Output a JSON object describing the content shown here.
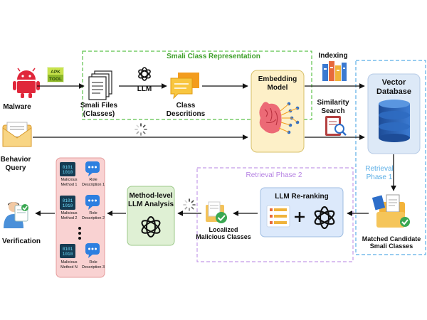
{
  "inputs": {
    "malware": "Malware",
    "behavior_query": "Behavior\nQuery",
    "tool_logo": "APK TOOL"
  },
  "smali_section": {
    "title": "Smali Class Representation",
    "smali_files": "Smali Files\n(Classes)",
    "llm": "LLM",
    "class_descriptions": "Class\nDescritions"
  },
  "embedding": {
    "model": "Embedding\nModel",
    "indexing": "Indexing",
    "similarity_search": "Similarity\nSearch"
  },
  "vector_db": {
    "title": "Vector\nDatabase",
    "retrieval_phase1": "Retrieval\nPhase 1",
    "matched": "Matched Candidate\nSmali Classes"
  },
  "retrieval_phase2": {
    "title": "Retrieval Phase 2",
    "reranking": "LLM Re-ranking",
    "localized": "Localized\nMalicious Classes"
  },
  "analysis": {
    "method_level": "Method-level\nLLM Analysis",
    "verification": "Verification"
  },
  "methods_panel": {
    "items": [
      {
        "method": "Malicious\nMethod 1",
        "role": "Role\nDescription 1"
      },
      {
        "method": "Malicious\nMethod 2",
        "role": "Role\nDescription 2"
      },
      {
        "method": "Malicious\nMethod N",
        "role": "Role\nDescription 3"
      }
    ]
  },
  "colors": {
    "green_dashed": "#5cc24a",
    "blue_dashed": "#5aaee6",
    "purple_dashed": "#c49be8",
    "embed_fill": "#fdf0c8",
    "db_fill": "#dde9f7",
    "rerank_fill": "#dce9fb",
    "method_fill": "#dff0d4",
    "panel_fill": "#f9d2d2",
    "panel_border": "#e59c9c"
  }
}
